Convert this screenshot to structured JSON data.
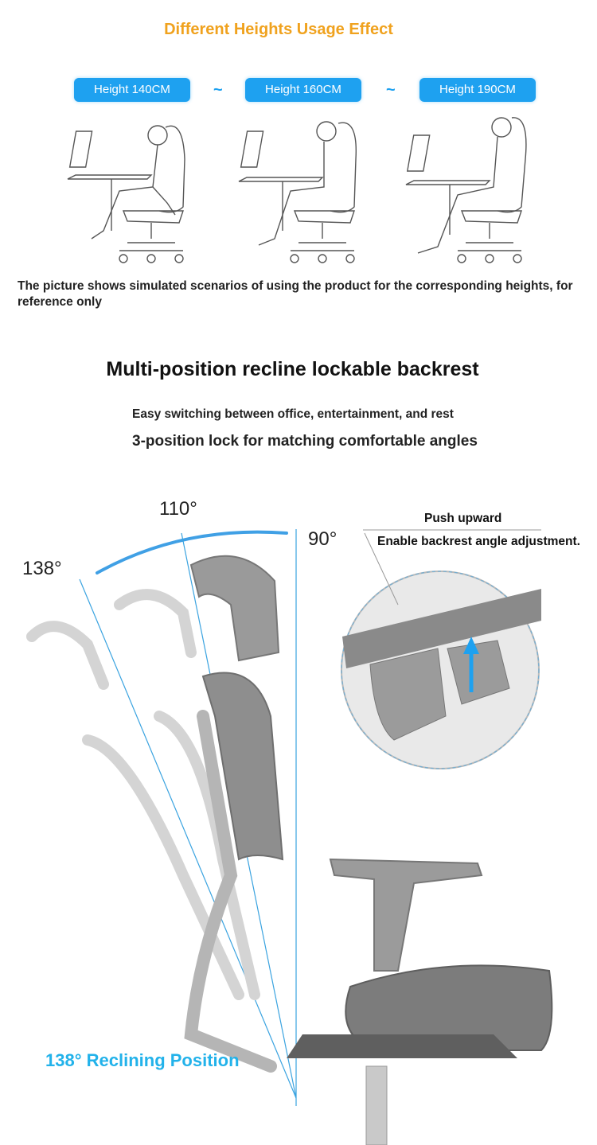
{
  "header": {
    "title": "Different Heights Usage Effect"
  },
  "heights": [
    {
      "label": "Height 140CM"
    },
    {
      "label": "Height 160CM"
    },
    {
      "label": "Height 190CM"
    }
  ],
  "separator": "~",
  "note": "The picture shows simulated scenarios of using the product for the corresponding heights, for reference only",
  "section": {
    "title": "Multi-position recline lockable backrest",
    "subtitle1": "Easy switching between office, entertainment, and rest",
    "subtitle2": "3-position lock for matching comfortable angles"
  },
  "angles": {
    "a110": "110°",
    "a90": "90°",
    "a138": "138°"
  },
  "callout": {
    "push": "Push upward",
    "enable": "Enable backrest angle adjustment."
  },
  "recline_label": "138° Reclining Position",
  "colors": {
    "accent_orange": "#f0a21e",
    "accent_blue": "#1ea1f0",
    "recline_blue": "#22b2ea"
  }
}
